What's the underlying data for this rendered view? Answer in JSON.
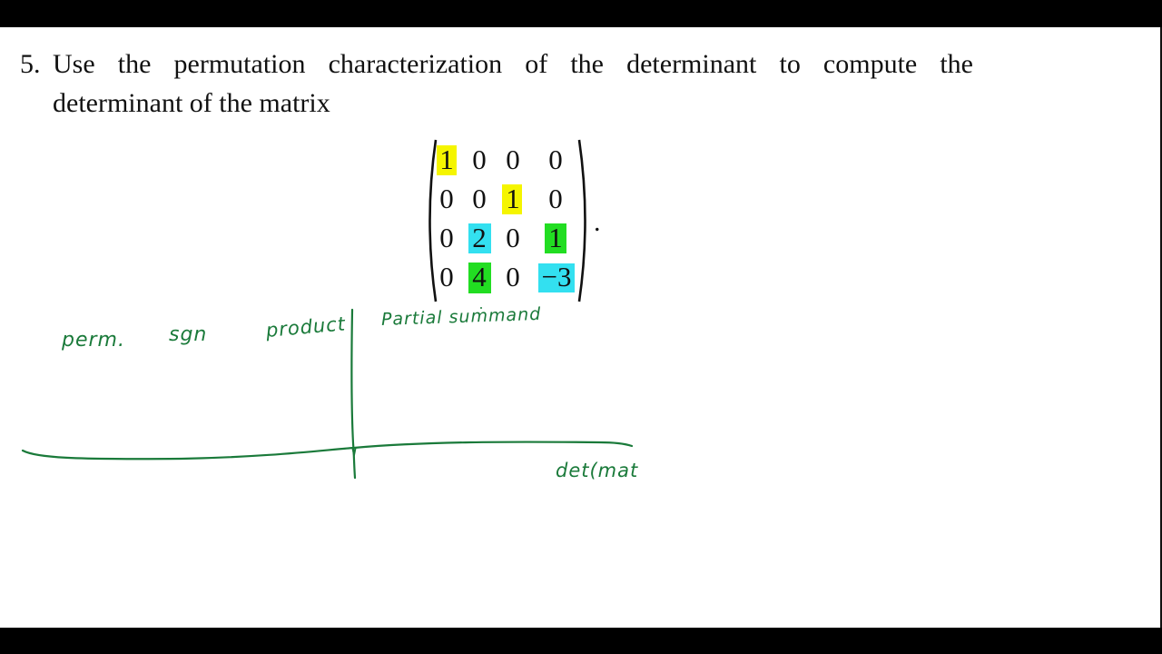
{
  "problem": {
    "number": "5.",
    "line1": "Use the permutation characterization of the determinant to compute the",
    "line2": "determinant of the matrix"
  },
  "matrix": {
    "rows": [
      [
        "1",
        "0",
        "0",
        "0"
      ],
      [
        "0",
        "0",
        "1",
        "0"
      ],
      [
        "0",
        "2",
        "0",
        "1"
      ],
      [
        "0",
        "4",
        "0",
        "−3"
      ]
    ],
    "trailing_punctuation": ".",
    "highlights": [
      {
        "row": 0,
        "col": 0,
        "color": "#f5f500"
      },
      {
        "row": 1,
        "col": 2,
        "color": "#f5f500"
      },
      {
        "row": 2,
        "col": 1,
        "color": "#33e0f0"
      },
      {
        "row": 3,
        "col": 3,
        "color": "#33e0f0"
      },
      {
        "row": 2,
        "col": 3,
        "color": "#22dd22"
      },
      {
        "row": 3,
        "col": 1,
        "color": "#22dd22"
      }
    ]
  },
  "annotations": {
    "ink_color": "#1a7a3a",
    "col_perm": "perm.",
    "col_sgn": "sgn",
    "col_product": "product",
    "col_partial": "Partial summand",
    "footer": "det(mat"
  },
  "colors": {
    "yellow": "#f5f500",
    "cyan": "#33e0f0",
    "green": "#22dd22"
  }
}
